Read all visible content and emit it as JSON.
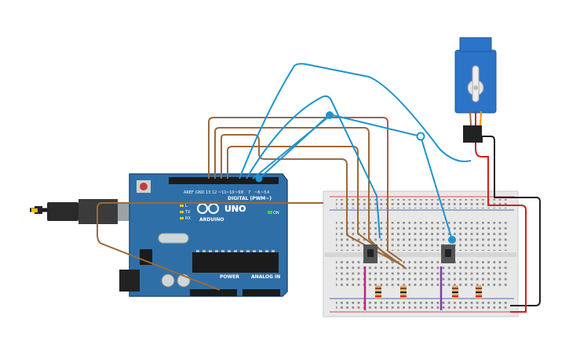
{
  "arduino": {
    "brand": "ARDUINO",
    "model": "UNO",
    "digital_label": "DIGITAL (PWM~)",
    "power_label": "POWER",
    "analog_label": "ANALOG IN",
    "on_label": "ON",
    "tx_label": "TX",
    "rx_label": "RX",
    "l_label": "L"
  },
  "colors": {
    "board": "#2f6fa8",
    "board_dark": "#1f4f7d",
    "breadboard": "#e8e8e8",
    "wire_blue": "#1f93cf",
    "wire_brown": "#9a6a3c",
    "wire_red": "#d41f1f",
    "wire_black": "#222222",
    "wire_magenta": "#c2208c",
    "wire_purple": "#7a3fa8",
    "servo": "#2c74c8"
  },
  "icons": {
    "usb": "usb-cable-icon",
    "servo": "servo-motor-icon",
    "button": "pushbutton-icon",
    "resistor": "resistor-icon"
  }
}
